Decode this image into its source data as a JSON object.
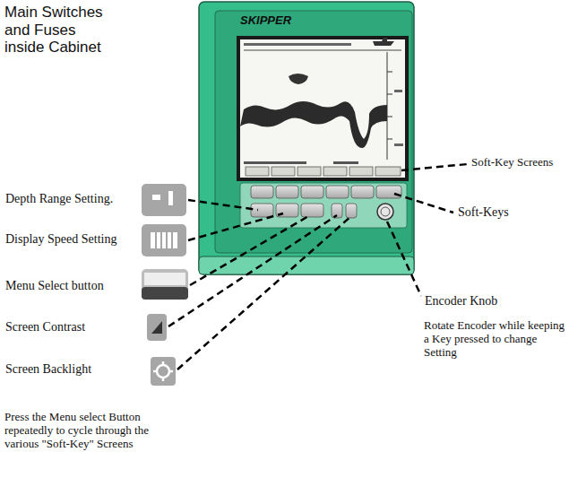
{
  "diagram": {
    "title": "Main Switches and Fuses inside Cabinet",
    "labels": [
      "SKIPPER",
      "Depth Range Setting.",
      "Display Speed Setting",
      "Menu Select button",
      "Screen Contrast",
      "Screen Backlight",
      "Soft-Key Screens",
      "Soft-Keys",
      "Encoder Knob",
      "Rotate Encoder while keeping a Key pressed to change Setting",
      "Press the Menu select Button repeatedly to cycle through the various \"Soft-Key\" Screens"
    ]
  }
}
